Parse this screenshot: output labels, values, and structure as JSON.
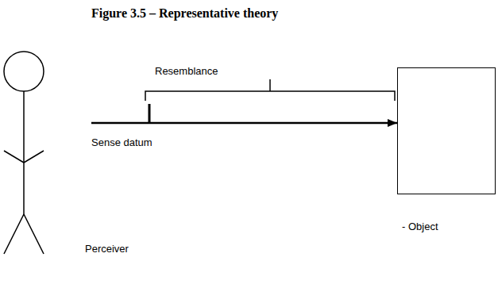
{
  "diagram": {
    "title": "Figure 3.5 – Representative theory",
    "nodes": [
      {
        "text": [
          "Perceiver"
        ]
      },
      {
        "text": [
          "- Object"
        ]
      }
    ],
    "edges": [
      {
        "from": 0,
        "to": 1,
        "arrow": "to"
      }
    ],
    "labels": [
      "Resemblance",
      "Sense datum"
    ]
  }
}
